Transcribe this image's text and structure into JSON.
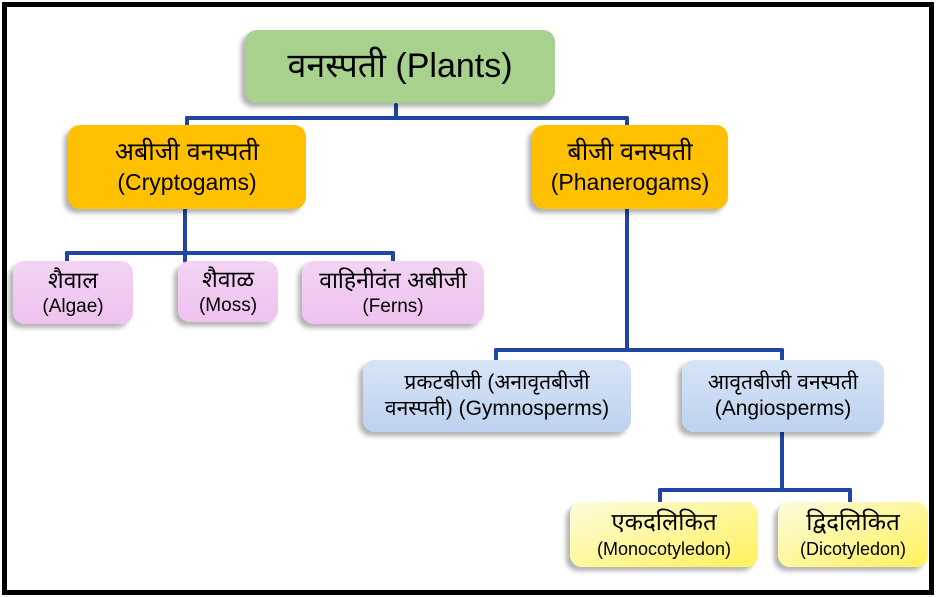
{
  "colors": {
    "background": "#FFFFFF",
    "frame": "#000000",
    "text": "#000000",
    "connector": "#1F45A6",
    "green": "#A9D18E",
    "orange": "#FFC000",
    "pink": "#EFC2EF",
    "blue_top": "#D7E4F7",
    "blue_bottom": "#BDD2EF",
    "yellow_top": "#FCFCDC",
    "yellow_bottom": "#FFF15C"
  },
  "nodes": {
    "plants": {
      "label": "वनस्पती (Plants)"
    },
    "cryptogams": {
      "line1": "अबीजी वनस्पती",
      "line2": "(Cryptogams)"
    },
    "phanerogams": {
      "line1": "बीजी वनस्पती",
      "line2": "(Phanerogams)"
    },
    "algae": {
      "line1": "शैवाल",
      "line2": "(Algae)"
    },
    "moss": {
      "line1": "शैवाळ",
      "line2": "(Moss)"
    },
    "ferns": {
      "line1": "वाहिनीवंत अबीजी",
      "line2": "(Ferns)"
    },
    "gymnosperms": {
      "line1": "प्रकटबीजी (अनावृतबीजी",
      "line2": "वनस्पती) (Gymnosperms)"
    },
    "angiosperms": {
      "line1": "आवृतबीजी वनस्पती",
      "line2": "(Angiosperms)"
    },
    "monocotyledon": {
      "line1": "एकदलिकित",
      "line2": "(Monocotyledon)"
    },
    "dicotyledon": {
      "line1": "द्विदलिकित",
      "line2": "(Dicotyledon)"
    }
  }
}
